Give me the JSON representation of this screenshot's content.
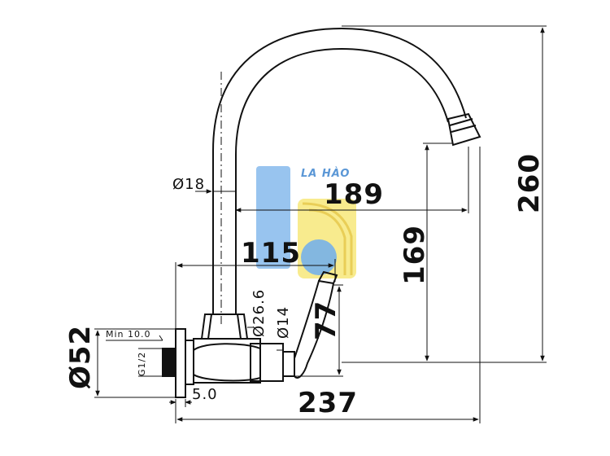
{
  "watermark": {
    "text": "LA HÀO",
    "colors": {
      "blue": "#5ea3e6",
      "yellow": "#f4e04d"
    }
  },
  "dimensions": {
    "height_total": "260",
    "spout_reach": "189",
    "spout_height": "169",
    "center_reach": "115",
    "handle_height": "77",
    "total_length": "237",
    "pipe_diameter": "Ø18",
    "body_diameter": "Ø26.6",
    "stem_diameter": "Ø14",
    "flange_diameter": "Ø52",
    "min_depth": "Min 10.0",
    "thread": "G1/2",
    "flange_thickness": "5.0"
  }
}
